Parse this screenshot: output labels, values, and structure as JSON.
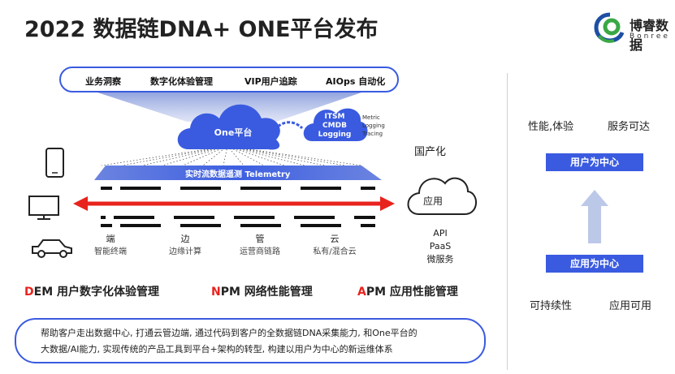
{
  "title": "2022 数据链DNA+ ONE平台发布",
  "logo": {
    "name": "博睿数据",
    "sub": "Bonree"
  },
  "pill": {
    "items": [
      "业务洞察",
      "数字化体验管理",
      "VIP用户追踪",
      "AIOps 自动化"
    ]
  },
  "one_cloud": "One平台",
  "itsm_cloud": [
    "ITSM",
    "CMDB",
    "Logging"
  ],
  "metrics": [
    "Metric",
    "Logging",
    "Tracing"
  ],
  "telemetry": "实时流数据遥测 Telemetry",
  "columns": [
    {
      "main": "端",
      "sub": "智能终端"
    },
    {
      "main": "边",
      "sub": "边缘计算"
    },
    {
      "main": "管",
      "sub": "运营商链路"
    },
    {
      "main": "云",
      "sub": "私有/混合云"
    }
  ],
  "right_area": {
    "title": "国产化",
    "cloud": "应用",
    "items": [
      "API",
      "PaaS",
      "微服务"
    ]
  },
  "pms": [
    {
      "letter": "D",
      "rest": "EM 用户数字化体验管理"
    },
    {
      "letter": "N",
      "rest": "PM 网络性能管理"
    },
    {
      "letter": "A",
      "rest": "PM 应用性能管理"
    }
  ],
  "description": [
    "帮助客户走出数据中心, 打通云管边端, 通过代码到客户的全数据链DNA采集能力, 和One平台的",
    "大数据/AI能力, 实现传统的产品工具到平台+架构的转型, 构建以用户为中心的新运维体系"
  ],
  "right_panel": {
    "top": [
      "性能,体验",
      "服务可达"
    ],
    "badge_top": "用户为中心",
    "badge_bottom": "应用为中心",
    "bottom": [
      "可持续性",
      "应用可用"
    ]
  },
  "colors": {
    "accent": "#3a5be0",
    "red": "#e8231d",
    "cloud": "#3a5be0"
  }
}
